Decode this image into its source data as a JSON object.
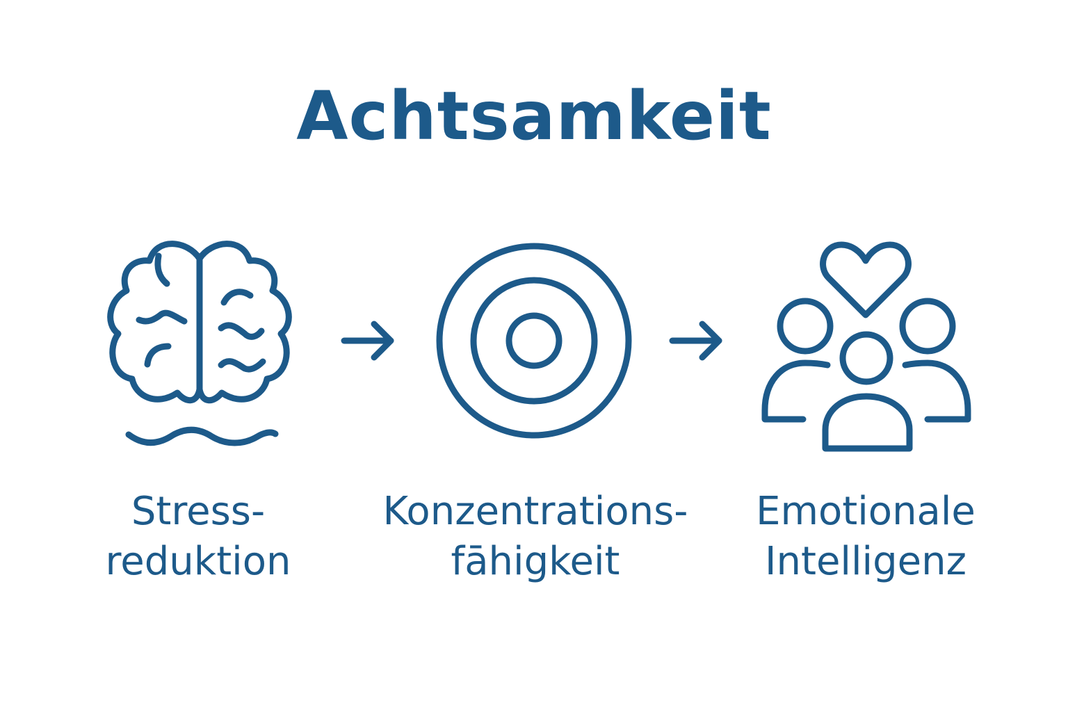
{
  "title": "Achtsamkeit",
  "steps": [
    {
      "icon": "brain-with-waves-icon",
      "label_lines": [
        "Stress-",
        "reduktion"
      ]
    },
    {
      "icon": "target-icon",
      "label_lines": [
        "Konzentrations-",
        "fāhigkeit"
      ]
    },
    {
      "icon": "people-with-heart-icon",
      "label_lines": [
        "Emotionale",
        "Intelligenz"
      ]
    }
  ],
  "connector_icon": "arrow-right-icon",
  "colors": {
    "primary": "#1d5a8a",
    "background": "#ffffff"
  }
}
